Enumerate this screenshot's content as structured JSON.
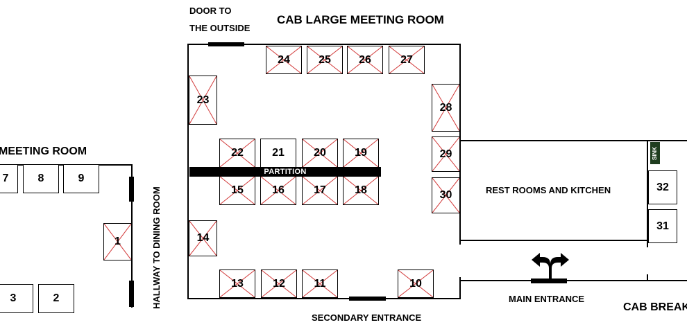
{
  "labels": {
    "door_outside_line1": "DOOR TO",
    "door_outside_line2": "THE OUTSIDE",
    "large_room": "CAB LARGE MEETING ROOM",
    "left_room": "MEETING ROOM",
    "hallway": "HALLWAY TO DINING ROOM",
    "rest_rooms": "REST ROOMS AND KITCHEN",
    "main_entrance": "MAIN ENTRANCE",
    "secondary_entrance": "SECONDARY ENTRANCE",
    "cab_break": "CAB BREAK",
    "partition": "PARTITION",
    "sink": "SINK"
  },
  "booths": {
    "b1": {
      "number": "1",
      "taken": true
    },
    "b2": {
      "number": "2",
      "taken": false
    },
    "b3": {
      "number": "3",
      "taken": false
    },
    "b7": {
      "number": "7",
      "taken": false
    },
    "b8": {
      "number": "8",
      "taken": false
    },
    "b9": {
      "number": "9",
      "taken": false
    },
    "b10": {
      "number": "10",
      "taken": true
    },
    "b11": {
      "number": "11",
      "taken": true
    },
    "b12": {
      "number": "12",
      "taken": true
    },
    "b13": {
      "number": "13",
      "taken": true
    },
    "b14": {
      "number": "14",
      "taken": true
    },
    "b15": {
      "number": "15",
      "taken": true
    },
    "b16": {
      "number": "16",
      "taken": true
    },
    "b17": {
      "number": "17",
      "taken": true
    },
    "b18": {
      "number": "18",
      "taken": true
    },
    "b19": {
      "number": "19",
      "taken": true
    },
    "b20": {
      "number": "20",
      "taken": true
    },
    "b21": {
      "number": "21",
      "taken": false
    },
    "b22": {
      "number": "22",
      "taken": true
    },
    "b23": {
      "number": "23",
      "taken": true
    },
    "b24": {
      "number": "24",
      "taken": true
    },
    "b25": {
      "number": "25",
      "taken": true
    },
    "b26": {
      "number": "26",
      "taken": true
    },
    "b27": {
      "number": "27",
      "taken": true
    },
    "b28": {
      "number": "28",
      "taken": true
    },
    "b29": {
      "number": "29",
      "taken": true
    },
    "b30": {
      "number": "30",
      "taken": true
    },
    "b31": {
      "number": "31",
      "taken": false
    },
    "b32": {
      "number": "32",
      "taken": false
    }
  },
  "icons": {
    "entrance_arrow": "double-headed-curved-arrow-icon"
  }
}
